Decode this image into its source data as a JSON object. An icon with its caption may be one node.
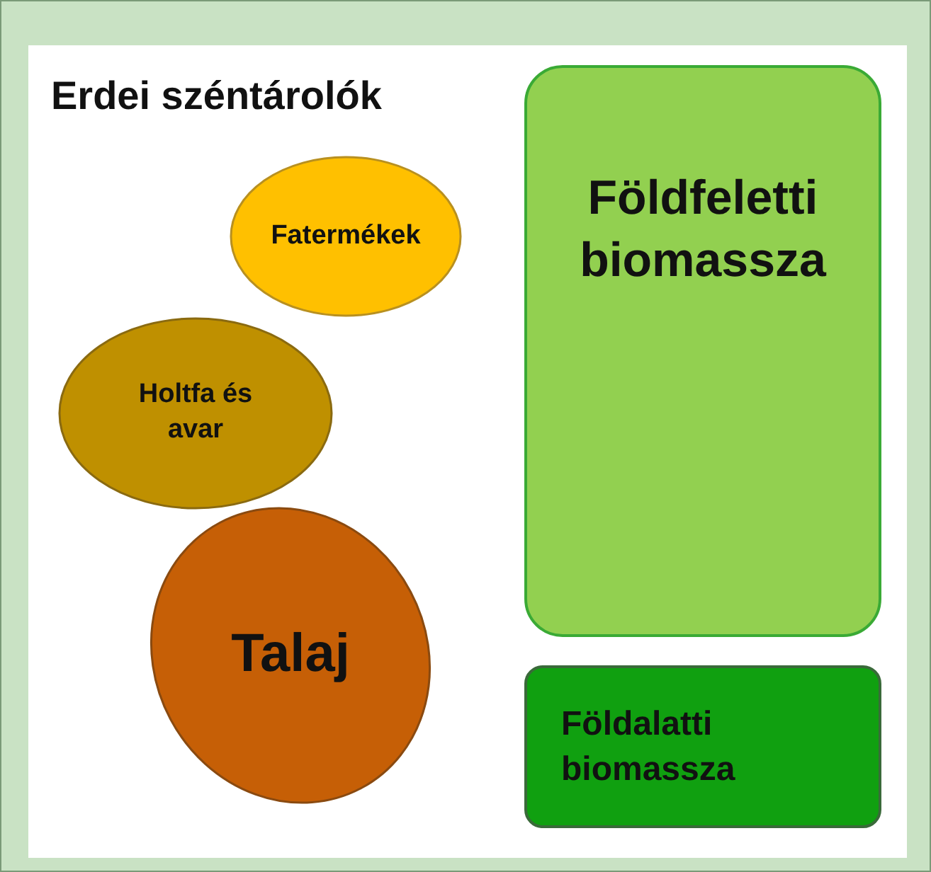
{
  "diagram": {
    "title": "Erdei széntárolók",
    "nodes": [
      {
        "text": [
          "Fatermékek"
        ]
      },
      {
        "text": [
          "Holtfa és avar"
        ]
      },
      {
        "text": [
          "Talaj"
        ]
      },
      {
        "text": [
          "Földfeletti biomassza"
        ]
      },
      {
        "text": [
          "Földalatti biomassza"
        ]
      }
    ]
  }
}
